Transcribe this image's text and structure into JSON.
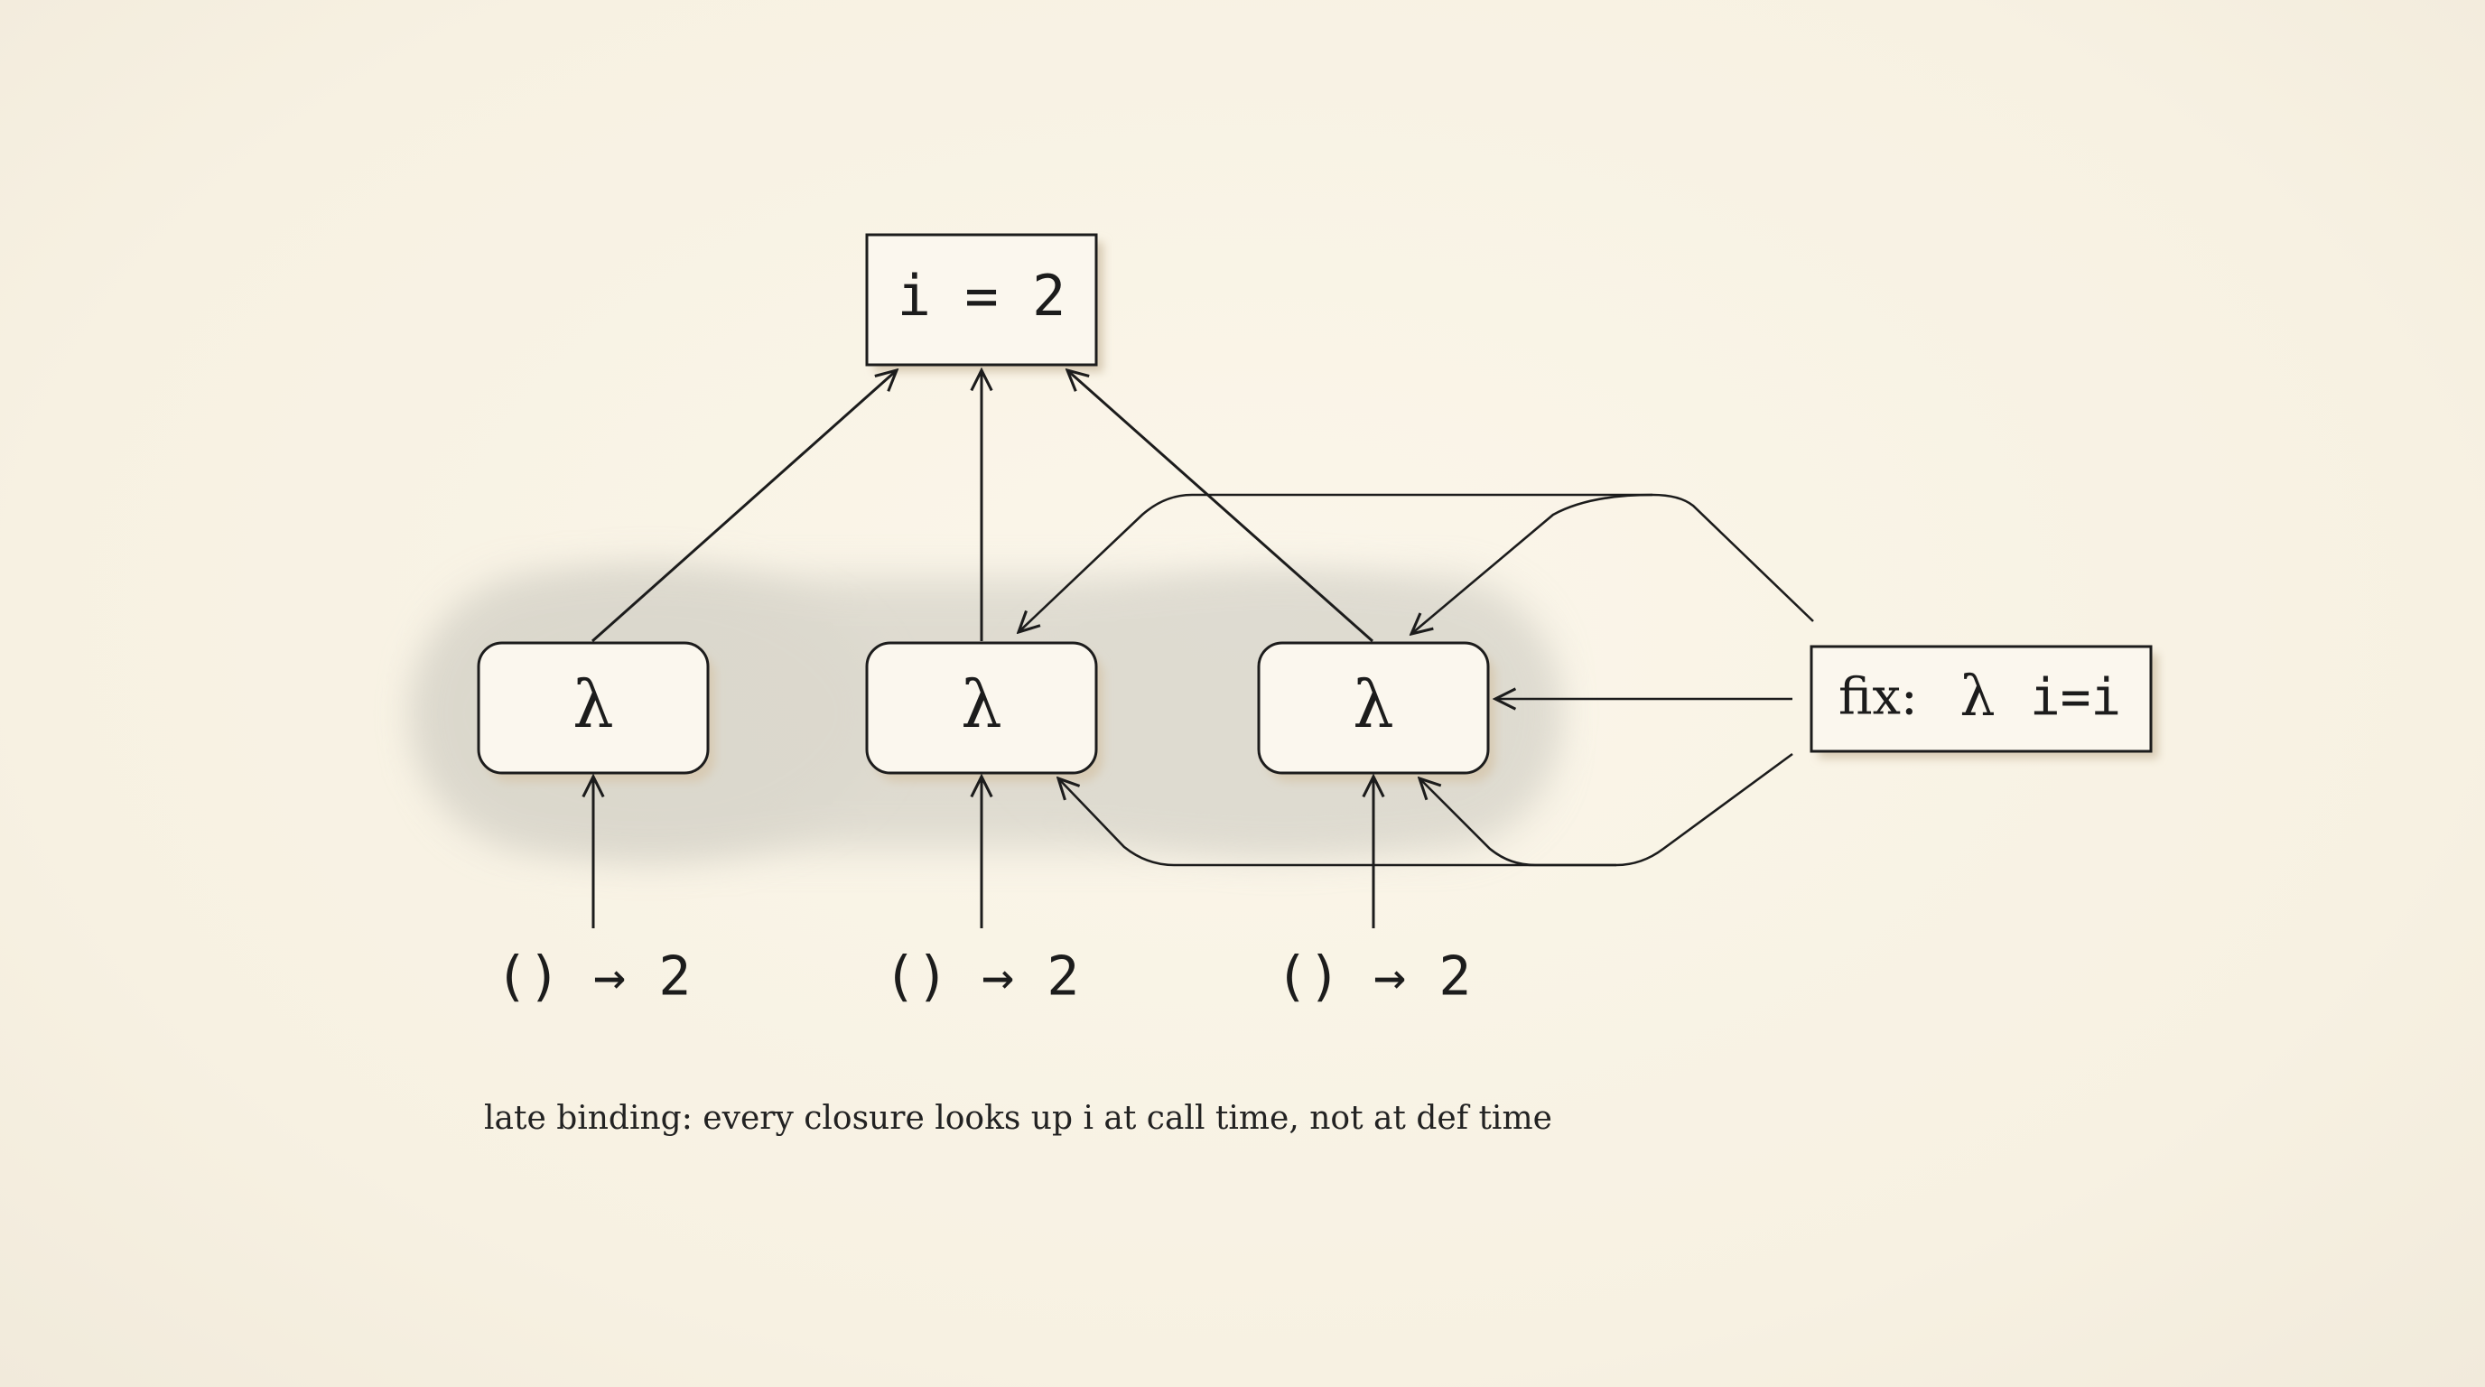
{
  "variable_box": {
    "label": "i = 2"
  },
  "closures": [
    {
      "symbol": "λ",
      "result": "() → 2"
    },
    {
      "symbol": "λ",
      "result": "() → 2"
    },
    {
      "symbol": "λ",
      "result": "() → 2"
    }
  ],
  "fix_box": {
    "label": "fix:",
    "lambda": "λ",
    "binding": "i=i"
  },
  "caption": "late binding: every closure looks up i at call time, not at def time",
  "colors": {
    "background": "#f8f3e6",
    "ink": "#1c1c1c",
    "box_fill": "#fbf7ee",
    "shadow": "#d8cbb4",
    "wash": "#cfcdc4"
  }
}
